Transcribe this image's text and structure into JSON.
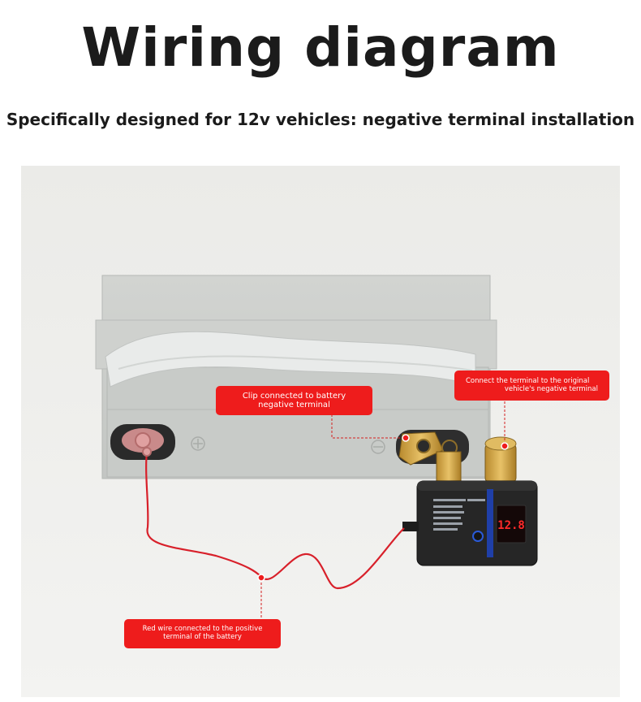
{
  "header": {
    "title": "Wiring diagram",
    "subtitle": "Specifically designed for 12v vehicles: negative terminal installation"
  },
  "callouts": {
    "clip": {
      "line1": "Clip connected to battery",
      "line2": "negative terminal"
    },
    "original": {
      "line1": "Connect the terminal to the original",
      "line2": "vehicle's negative terminal"
    },
    "red_wire": {
      "line1": "Red wire connected to the positive",
      "line2": "terminal of the battery"
    }
  },
  "device": {
    "display_value": "12.8"
  },
  "colors": {
    "callout_bg": "#ee1c1c",
    "wire": "#d8202a",
    "display_digits": "#ff2a2a",
    "battery_body": "#c9ccc9",
    "background_wall": "#eeeeea"
  }
}
